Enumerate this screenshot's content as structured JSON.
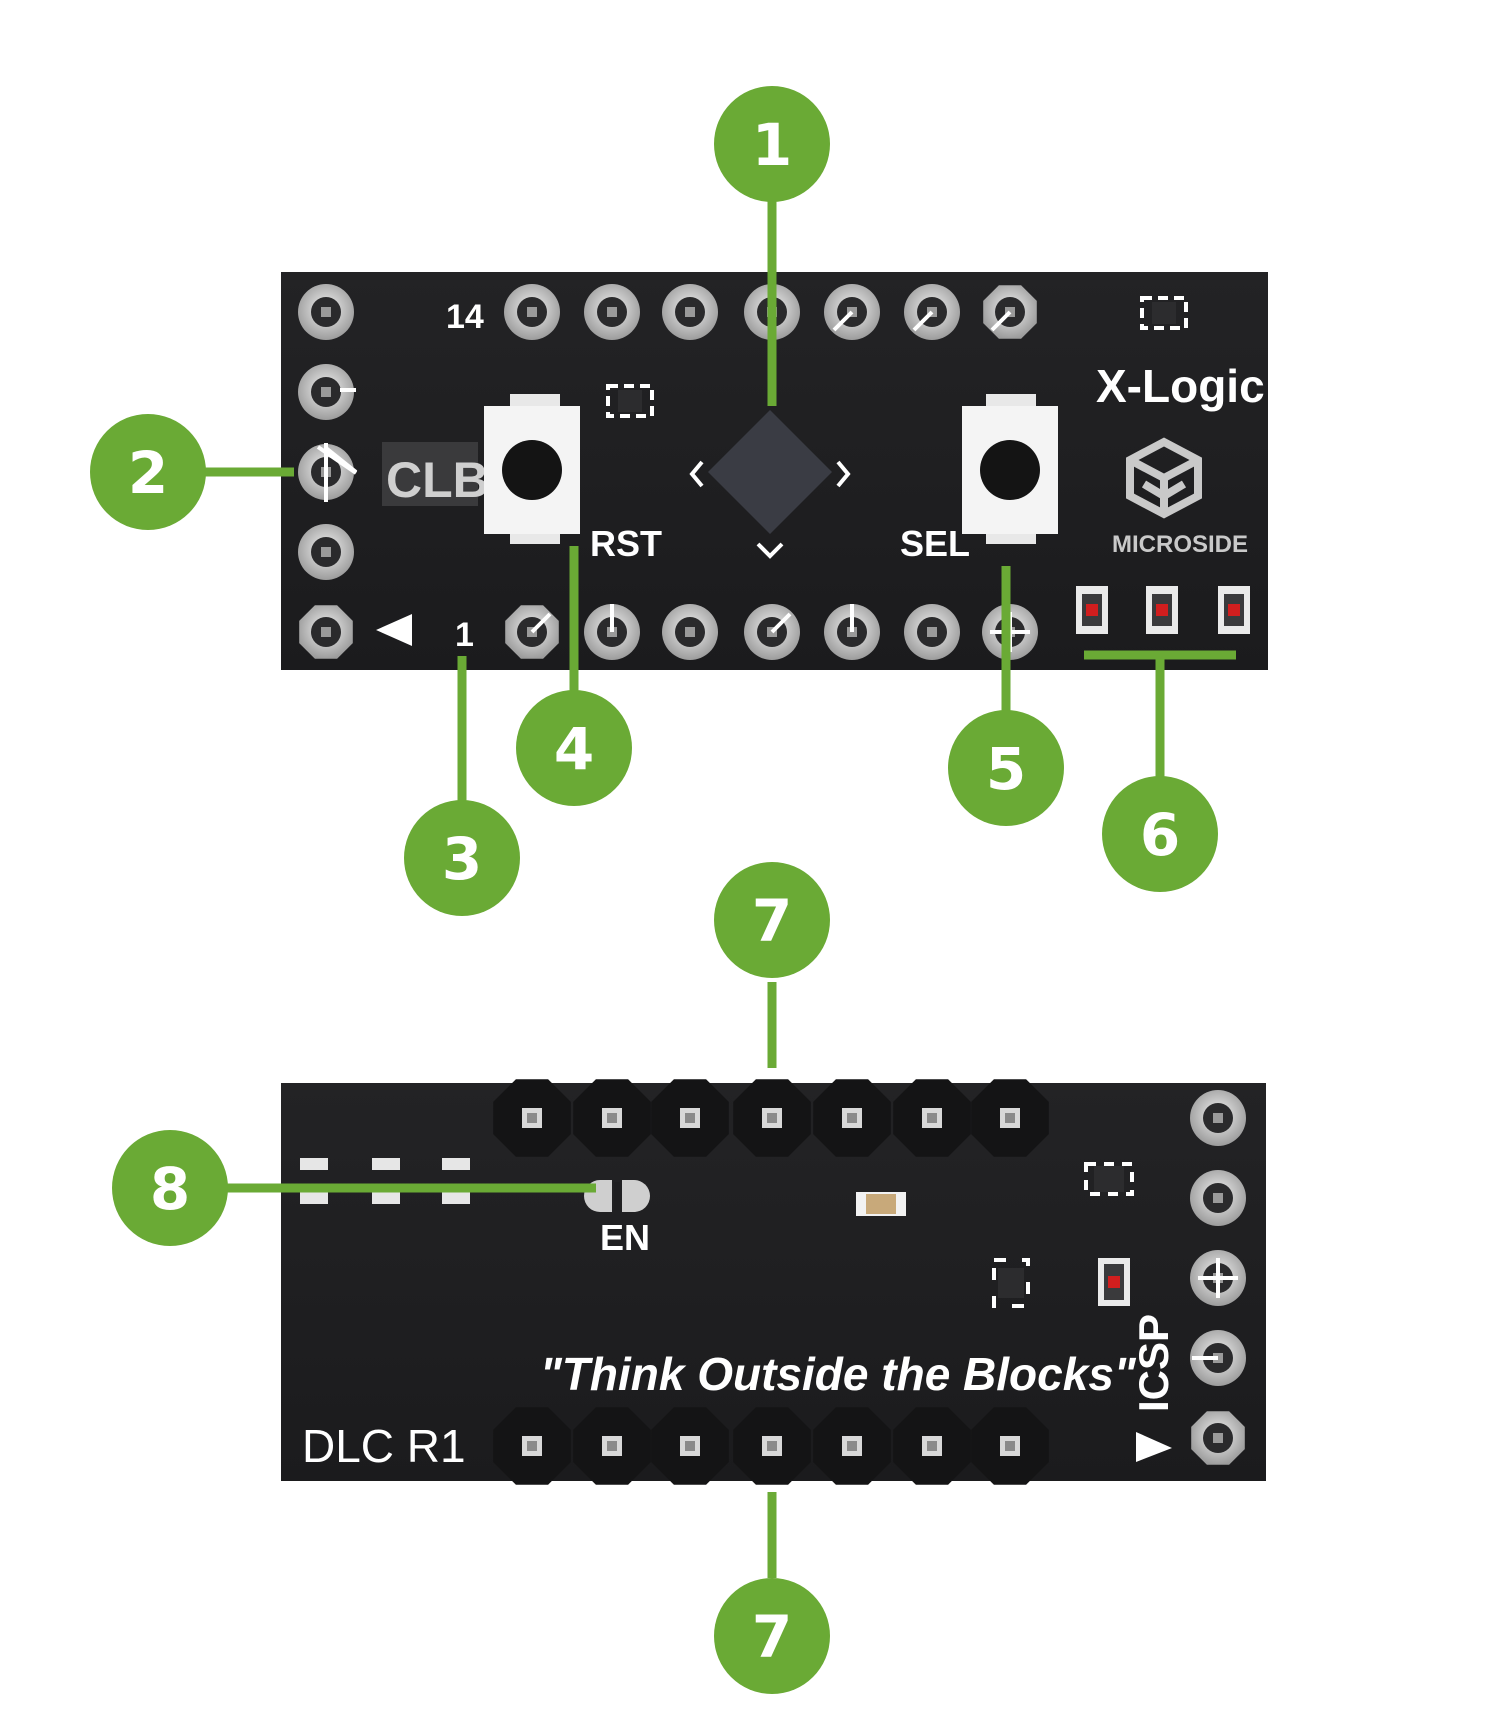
{
  "top_board": {
    "pin_label_14": "14",
    "pin_label_1": "1",
    "clb_label": "CLB",
    "rst_label": "RST",
    "sel_label": "SEL",
    "brand": "X-Logic",
    "logo_text": "MICROSIDE"
  },
  "bottom_board": {
    "en_label": "EN",
    "slogan": "\"Think Outside the Blocks\"",
    "model": "DLC R1",
    "icsp_label": "ICSP"
  },
  "callouts": [
    "1",
    "2",
    "3",
    "4",
    "5",
    "6",
    "7",
    "7",
    "8"
  ],
  "colors": {
    "board": "#1e1e20",
    "accent_green": "#6aaa35",
    "pad": "#c8c8c8",
    "silk": "#ffffff"
  }
}
